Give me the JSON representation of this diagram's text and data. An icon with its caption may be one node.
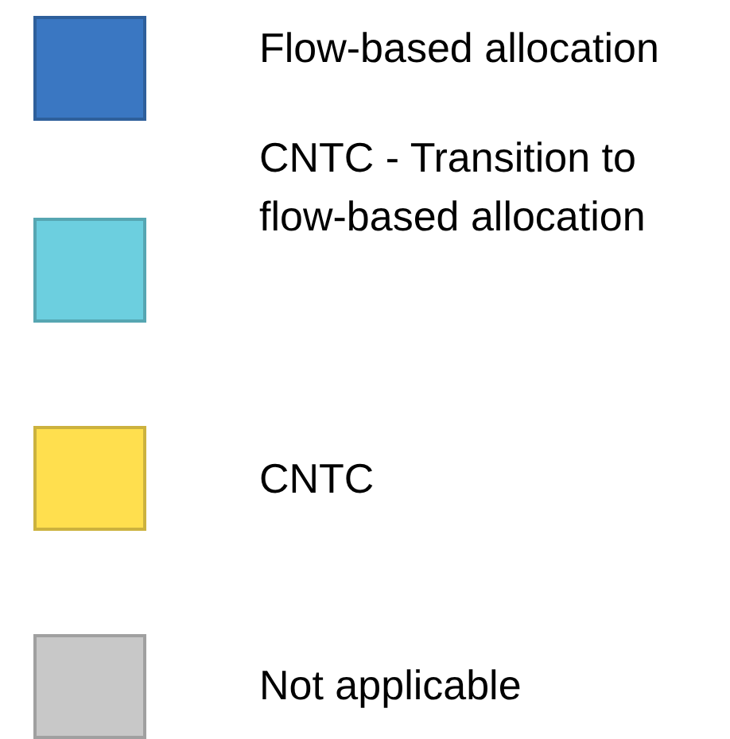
{
  "diagram": {
    "legend": [
      {
        "text": "Flow-based allocation",
        "color": "#3a77c2"
      },
      {
        "text": "CNTC - Transition to flow-based allocation",
        "color": "#6ccfdf"
      },
      {
        "text": "CNTC",
        "color": "#ffdf4e"
      },
      {
        "text": "Not applicable",
        "color": "#c8c8c8"
      }
    ]
  }
}
